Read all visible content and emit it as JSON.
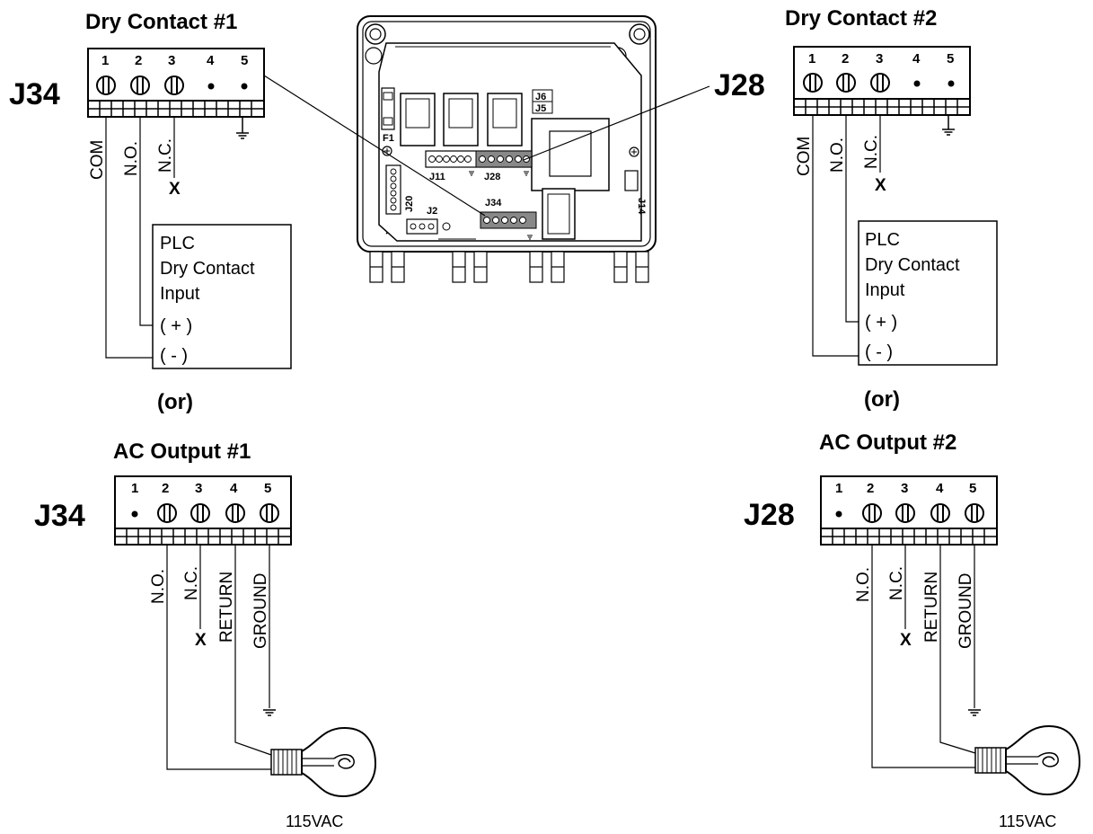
{
  "left": {
    "dry_title": "Dry Contact #1",
    "connector": "J34",
    "ac_title": "AC Output #1",
    "ac_connector": "J34"
  },
  "right": {
    "dry_title": "Dry Contact #2",
    "connector": "J28",
    "ac_title": "AC Output #2",
    "ac_connector": "J28"
  },
  "pins": [
    "1",
    "2",
    "3",
    "4",
    "5"
  ],
  "dry_wires": {
    "com": "COM",
    "no": "N.O.",
    "nc": "N.C."
  },
  "ac_wires": {
    "no": "N.O.",
    "nc": "N.C.",
    "return": "RETURN",
    "ground": "GROUND"
  },
  "unused_mark": "X",
  "plc": {
    "line1": "PLC",
    "line2": "Dry Contact",
    "line3": "Input",
    "plus": "( + )",
    "minus": "( - )"
  },
  "or_text": "(or)",
  "lamp_voltage": "115VAC",
  "board": {
    "labels": {
      "f1": "F1",
      "j6": "J6",
      "j5": "J5",
      "j11": "J11",
      "j28": "J28",
      "j20": "J20",
      "j2": "J2",
      "j34": "J34",
      "j14": "J14"
    }
  }
}
